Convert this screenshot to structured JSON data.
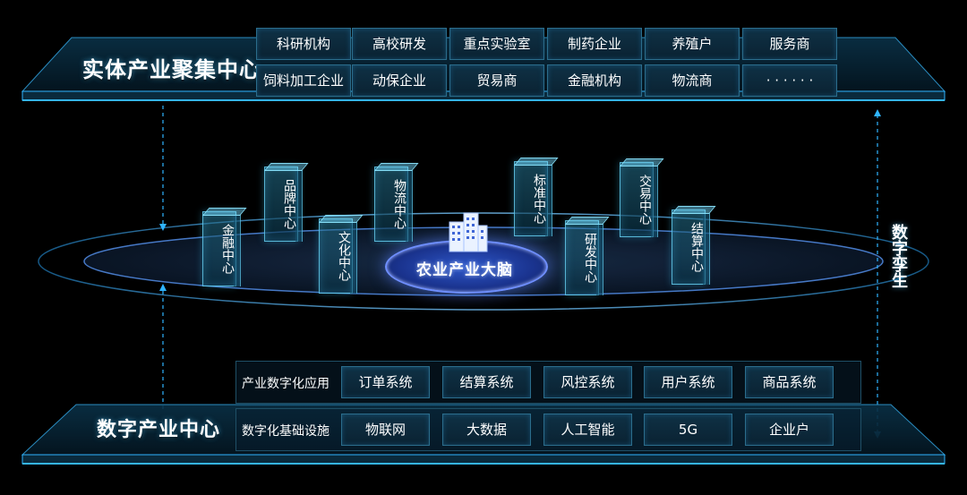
{
  "top_center": {
    "title": "实体产业聚集中心",
    "tags_row1": [
      "科研机构",
      "高校研发",
      "重点实验室",
      "制药企业",
      "养殖户",
      "服务商"
    ],
    "tags_row2": [
      "饲料加工企业",
      "动保企业",
      "贸易商",
      "金融机构",
      "物流商",
      "· · ·   · · ·"
    ]
  },
  "middle": {
    "center_label": "农业产业大脑",
    "center_icon": "office-building-icon",
    "buildings": [
      "金融中心",
      "品牌中心",
      "文化中心",
      "物流中心",
      "标准中心",
      "研发中心",
      "交易中心",
      "结算中心"
    ],
    "twin_label": "数字孪生"
  },
  "bottom_center": {
    "title": "数字产业中心",
    "row1": {
      "label": "产业数字化应用",
      "tags": [
        "订单系统",
        "结算系统",
        "风控系统",
        "用户系统",
        "商品系统"
      ]
    },
    "row2": {
      "label": "数字化基础设施",
      "tags": [
        "物联网",
        "大数据",
        "人工智能",
        "5G",
        "企业户"
      ]
    }
  },
  "colors": {
    "accent": "#2fb4ff",
    "tag_border": "#2b6d8c",
    "brain": "#2e57c9"
  }
}
